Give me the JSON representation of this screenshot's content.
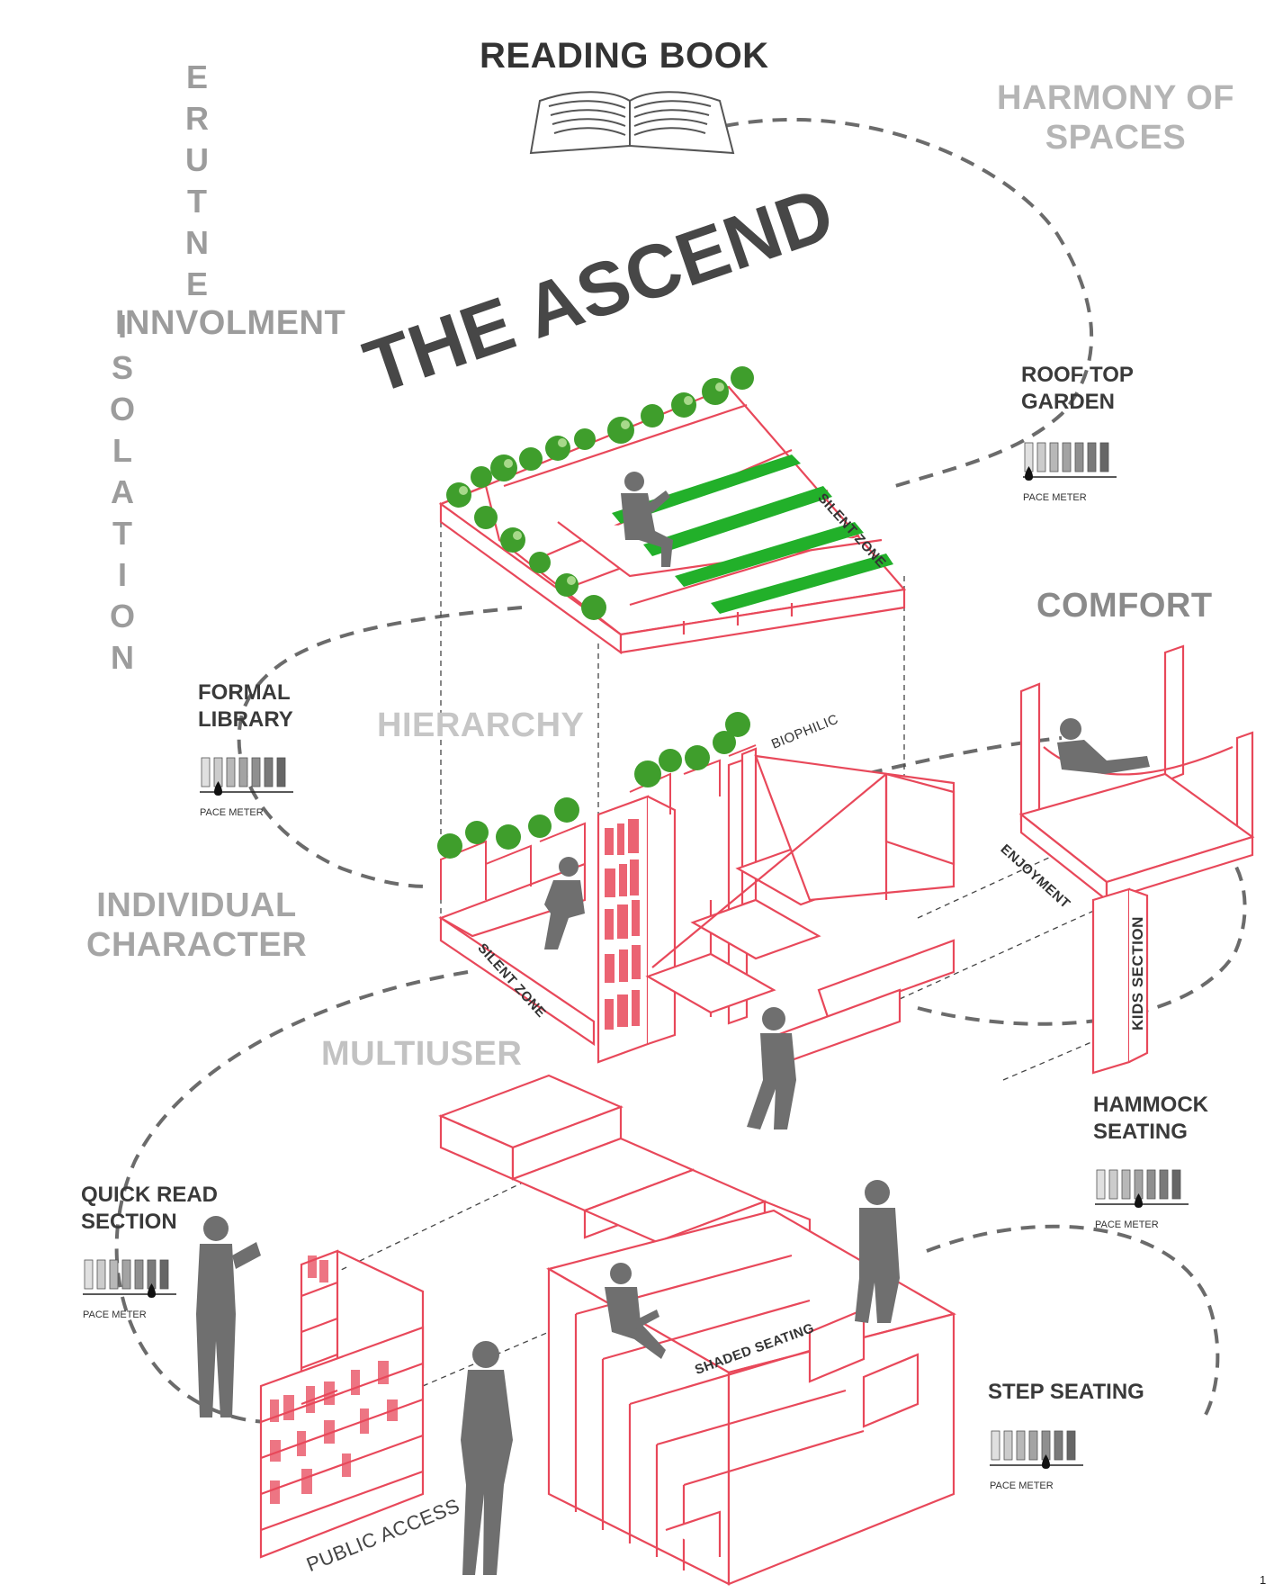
{
  "title": "READING BOOK",
  "main_title": "THE ASCEND",
  "page_number": "1",
  "vertical_words": {
    "erutne": [
      "E",
      "R",
      "U",
      "T",
      "N",
      "E"
    ],
    "isolation": [
      "I",
      "S",
      "O",
      "L",
      "A",
      "T",
      "I",
      "O",
      "N"
    ]
  },
  "concepts": {
    "innvolment": "INNVOLMENT",
    "harmony": [
      "HARMONY OF",
      "SPACES"
    ],
    "comfort": "COMFORT",
    "hierarchy": "HIERARCHY",
    "individual": [
      "INDIVIDUAL",
      "CHARACTER"
    ],
    "multiuser": "MULTIUSER"
  },
  "zones": {
    "roof_top_garden": [
      "ROOF TOP",
      "GARDEN"
    ],
    "formal_library": [
      "FORMAL",
      "LIBRARY"
    ],
    "hammock_seating": [
      "HAMMOCK",
      "SEATING"
    ],
    "quick_read": [
      "QUICK READ",
      "SECTION"
    ],
    "step_seating": "STEP SEATING"
  },
  "pace_meter_label": "PACE METER",
  "pace_meters": {
    "roof_top_garden": 0,
    "formal_library": 1,
    "hammock_seating": 3,
    "quick_read": 5,
    "step_seating": 4
  },
  "tags": {
    "silent_zone_top": "SILENT ZONE",
    "silent_zone_mid": "SILENT ZONE",
    "biophilic": "BIOPHILIC",
    "enjoyment": "ENJOYMENT",
    "kids_section": "KIDS SECTION",
    "shaded_seating": "SHADED SEATING",
    "public_access": "PUBLIC ACCESS"
  },
  "colors": {
    "structure": "#e8485a",
    "grass": "#22b02a",
    "plants": "#3f9e2c",
    "silhouette": "#6f6f6f",
    "dash": "#6b6b6b"
  }
}
